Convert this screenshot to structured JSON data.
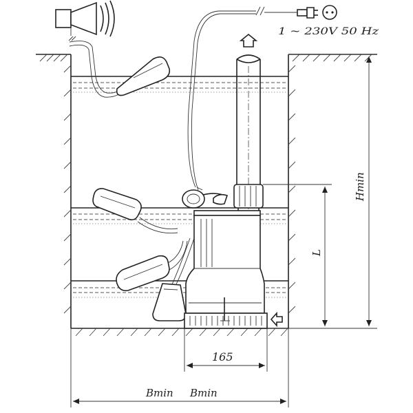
{
  "labels": {
    "power_supply": "1 ~ 230V 50 Hz",
    "max_height": "Hmin",
    "level_range": "L",
    "pump_width": "165",
    "pit_width_a": "Bmin",
    "pit_width_b": "Bmin"
  },
  "icons": [
    "horn-alarm-icon",
    "power-plug-icon",
    "flow-up-arrow-icon",
    "inflow-arrow-icon"
  ]
}
